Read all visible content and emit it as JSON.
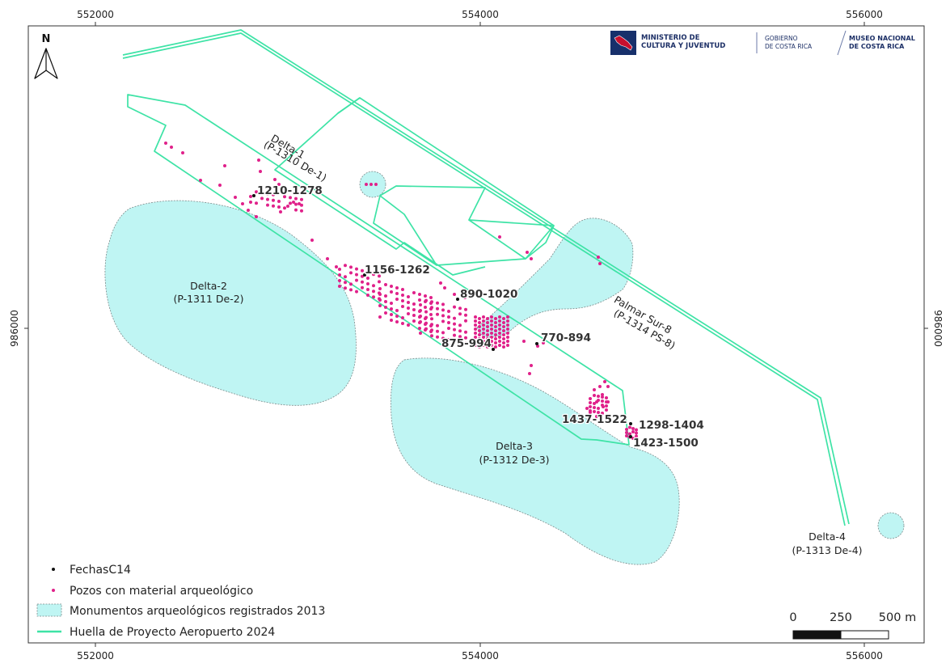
{
  "frame_ticks": {
    "x": [
      "552000",
      "554000",
      "556000"
    ],
    "y": [
      "986000"
    ]
  },
  "north_label": "N",
  "logos": {
    "ministry_line1": "MINISTERIO DE",
    "ministry_line2": "CULTURA Y JUVENTUD",
    "gov_line1": "GOBIERNO",
    "gov_line2": "DE COSTA RICA",
    "museum_line1": "MUSEO NACIONAL",
    "museum_line2": "DE COSTA RICA"
  },
  "sites": [
    {
      "name": "Delta-1",
      "code": "(P-1310 De-1)"
    },
    {
      "name": "Delta-2",
      "code": "(P-1311 De-2)"
    },
    {
      "name": "Delta-3",
      "code": "(P-1312 De-3)"
    },
    {
      "name": "Delta-4",
      "code": "(P-1313 De-4)"
    },
    {
      "name": "Palmar Sur-8",
      "code": "(P-1314 PS-8)"
    }
  ],
  "c14_dates": [
    "1210-1278",
    "1156-1262",
    "890-1020",
    "875-994",
    "770-894",
    "1437-1522",
    "1298-1404",
    "1423-1500"
  ],
  "legend": [
    {
      "label": "FechasC14",
      "symbol": "black-point"
    },
    {
      "label": "Pozos con material arqueológico",
      "symbol": "pink-point"
    },
    {
      "label": "Monumentos arqueológicos registrados 2013",
      "symbol": "cyan-polygon"
    },
    {
      "label": "Huella de Proyecto Aeropuerto 2024",
      "symbol": "green-line"
    }
  ],
  "scale_bar": {
    "labels": [
      "0",
      "250",
      "500 m"
    ]
  },
  "colors": {
    "monument_fill": "#bff5f3",
    "footprint_line": "#3ee3a6",
    "pozo_point": "#e0218a",
    "c14_point": "#111111"
  }
}
